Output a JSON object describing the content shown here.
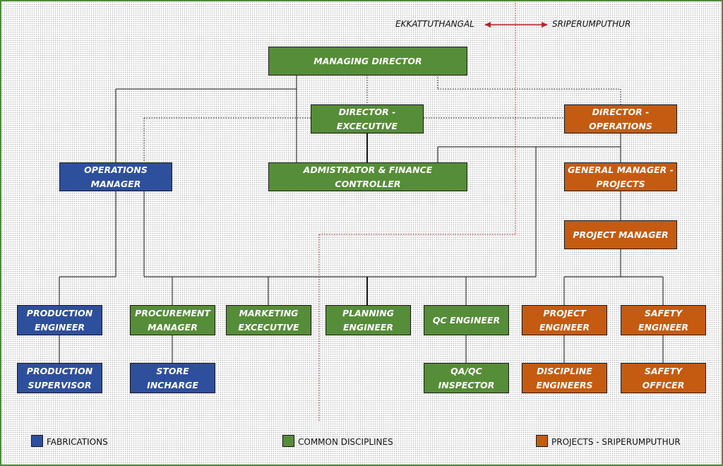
{
  "locations": {
    "left": "EKKATTUTHANGAL",
    "right": "SRIPERUMPUTHUR"
  },
  "nodes": {
    "md": "MANAGING DIRECTOR",
    "dir_exec": "DIRECTOR - EXCECUTIVE",
    "dir_ops": "DIRECTOR - OPERATIONS",
    "ops_mgr": "OPERATIONS MANAGER",
    "admin_fin": "ADMISTRATOR & FINANCE CONTROLLER",
    "gm_projects": "GENERAL MANAGER - PROJECTS",
    "project_mgr": "PROJECT MANAGER",
    "prod_eng": "PRODUCTION ENGINEER",
    "proc_mgr": "PROCUREMENT MANAGER",
    "mkt_exec": "MARKETING EXCECUTIVE",
    "plan_eng": "PLANNING ENGINEER",
    "qc_eng": "QC ENGINEER",
    "project_eng": "PROJECT ENGINEER",
    "safety_eng": "SAFETY ENGINEER",
    "prod_sup": "PRODUCTION SUPERVISOR",
    "store": "STORE INCHARGE",
    "qaqc": "QA/QC INSPECTOR",
    "disc_eng": "DISCIPLINE ENGINEERS",
    "safety_off": "SAFETY OFFICER"
  },
  "legend": {
    "fabrications": {
      "label": "FABRICATIONS",
      "color": "#2e4f9c"
    },
    "common": {
      "label": "COMMON DISCIPLINES",
      "color": "#568d38"
    },
    "projects": {
      "label": "PROJECTS - SRIPERUMPUTHUR",
      "color": "#c55b11"
    }
  }
}
